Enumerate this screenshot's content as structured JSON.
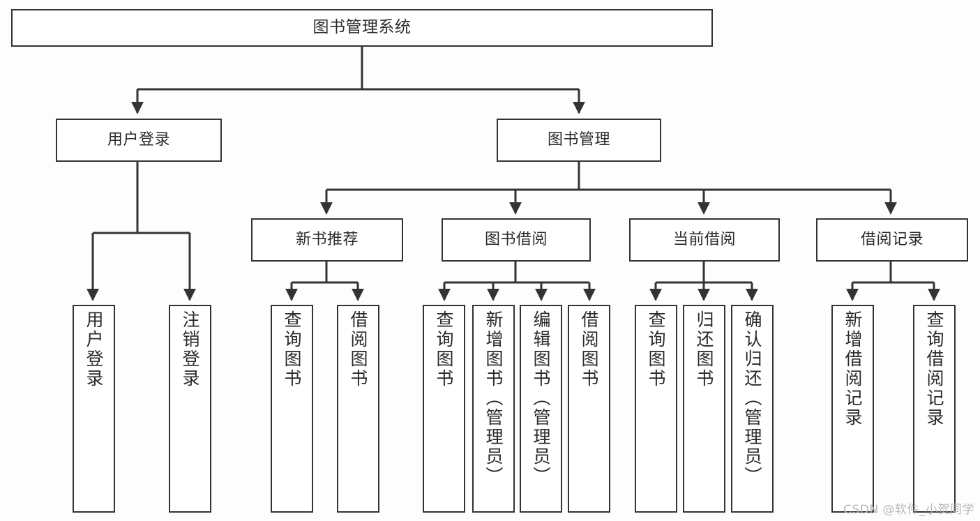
{
  "diagram": {
    "title": "图书管理系统",
    "type": "hierarchy-tree",
    "colors": {
      "background": "#fdfdfd",
      "node_fill": "#ffffff",
      "node_border": "#333333",
      "connector": "#333333",
      "text": "#2a2a2a",
      "watermark": "#b8b8b8"
    },
    "root": {
      "label": "图书管理系统"
    },
    "level1": [
      {
        "id": "user-login",
        "label": "用户登录"
      },
      {
        "id": "book-management",
        "label": "图书管理"
      }
    ],
    "level2": [
      {
        "id": "new-book-recommend",
        "label": "新书推荐",
        "parent": "book-management"
      },
      {
        "id": "book-borrow",
        "label": "图书借阅",
        "parent": "book-management"
      },
      {
        "id": "current-borrow",
        "label": "当前借阅",
        "parent": "book-management"
      },
      {
        "id": "borrow-record",
        "label": "借阅记录",
        "parent": "book-management"
      }
    ],
    "leaves": {
      "user-login": [
        {
          "id": "leaf-user-login",
          "label": "用户登录"
        },
        {
          "id": "leaf-logout",
          "label": "注销登录"
        }
      ],
      "new-book-recommend": [
        {
          "id": "leaf-query-book-1",
          "label": "查询图书"
        },
        {
          "id": "leaf-borrow-book-1",
          "label": "借阅图书"
        }
      ],
      "book-borrow": [
        {
          "id": "leaf-query-book-2",
          "label": "查询图书"
        },
        {
          "id": "leaf-add-book",
          "label": "新增图书（管理员）"
        },
        {
          "id": "leaf-edit-book",
          "label": "编辑图书（管理员）"
        },
        {
          "id": "leaf-borrow-book-2",
          "label": "借阅图书"
        }
      ],
      "current-borrow": [
        {
          "id": "leaf-query-book-3",
          "label": "查询图书"
        },
        {
          "id": "leaf-return-book",
          "label": "归还图书"
        },
        {
          "id": "leaf-confirm-return",
          "label": "确认归还（管理员）"
        }
      ],
      "borrow-record": [
        {
          "id": "leaf-add-record",
          "label": "新增借阅记录"
        },
        {
          "id": "leaf-query-record",
          "label": "查询借阅记录"
        }
      ]
    }
  },
  "watermark": {
    "text": "CSDN @软件_小贺同学"
  }
}
